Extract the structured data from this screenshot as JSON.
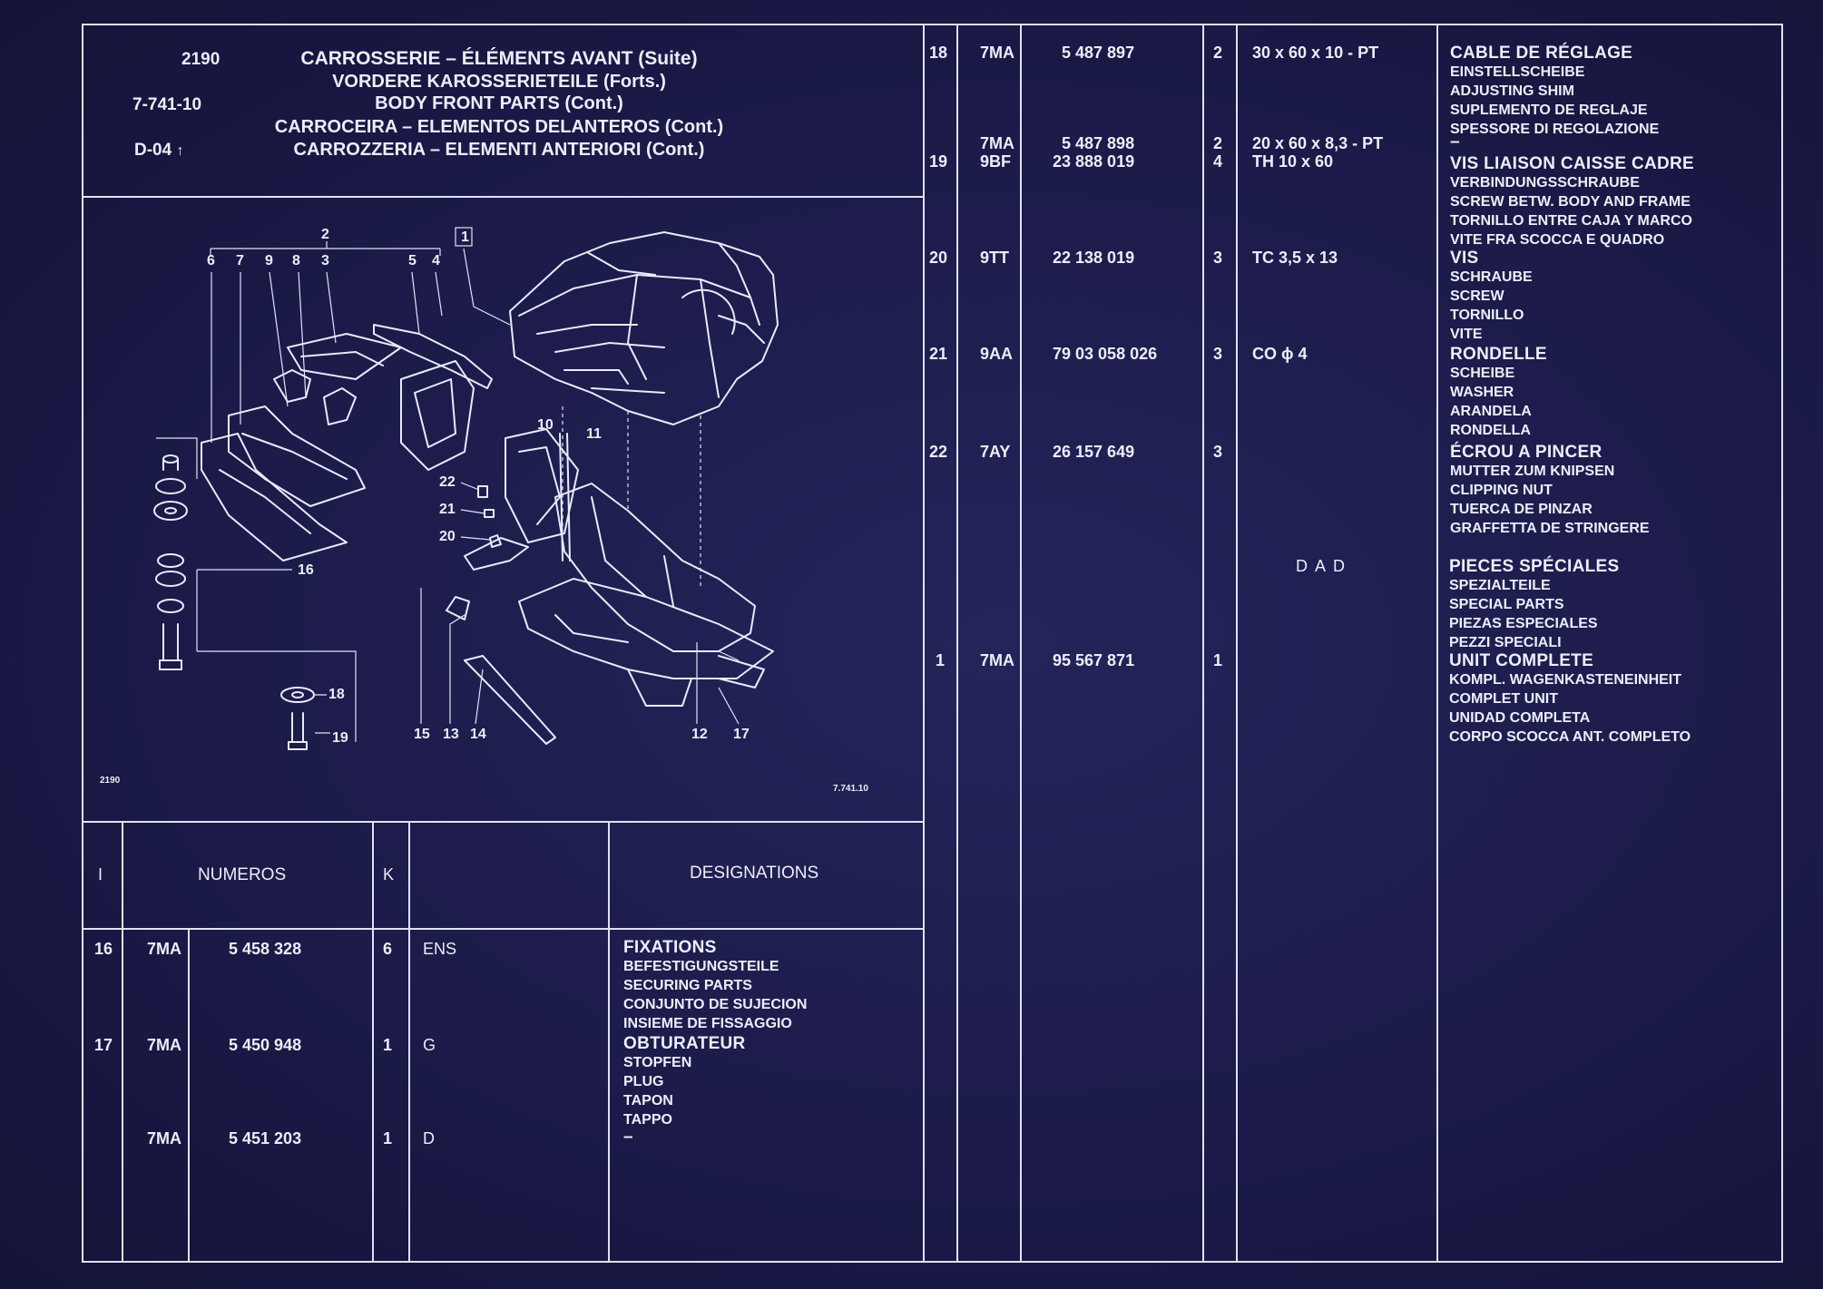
{
  "header": {
    "code": "2190",
    "ref": "7-741-10",
    "section": "D-04",
    "titles": [
      "CARROSSERIE – ÉLÉMENTS AVANT (Suite)",
      "VORDERE KAROSSERIETEILE (Forts.)",
      "BODY FRONT PARTS (Cont.)",
      "CARROCEIRA – ELEMENTOS DELANTEROS (Cont.)",
      "CARROZZERIA – ELEMENTI ANTERIORI (Cont.)"
    ]
  },
  "diagram": {
    "code_small": "2190",
    "ref_small": "7.741.10",
    "callouts": [
      "2",
      "6",
      "7",
      "9",
      "8",
      "3",
      "5",
      "4",
      "1",
      "10",
      "11",
      "22",
      "21",
      "20",
      "16",
      "18",
      "19",
      "15",
      "13",
      "14",
      "12",
      "17"
    ]
  },
  "left_table": {
    "headers": {
      "i": "I",
      "numeros": "NUMEROS",
      "k": "K",
      "designations": "DESIGNATIONS"
    },
    "rows": [
      {
        "i": "16",
        "prefix": "7MA",
        "number": "5 458 328",
        "k": "6",
        "extra": "ENS",
        "lines": [
          "FIXATIONS",
          "BEFESTIGUNGSTEILE",
          "SECURING PARTS",
          "CONJUNTO DE SUJECION",
          "INSIEME DE FISSAGGIO"
        ]
      },
      {
        "i": "17",
        "prefix": "7MA",
        "number": "5 450 948",
        "k": "1",
        "extra": "G",
        "lines": [
          "OBTURATEUR",
          "STOPFEN",
          "PLUG",
          "TAPON",
          "TAPPO"
        ]
      },
      {
        "i": "",
        "prefix": "7MA",
        "number": "5 451 203",
        "k": "1",
        "extra": "D",
        "lines": [
          "–"
        ]
      }
    ]
  },
  "right_table": {
    "rows": [
      {
        "i": "18",
        "prefix": "7MA",
        "number": "5 487 897",
        "k": "2",
        "dim": "30 x 60 x 10 - PT",
        "lines": [
          "CABLE DE RÉGLAGE",
          "EINSTELLSCHEIBE",
          "ADJUSTING SHIM",
          "SUPLEMENTO DE REGLAJE",
          "SPESSORE DI REGOLAZIONE"
        ]
      },
      {
        "i": "",
        "prefix": "7MA",
        "number": "5 487 898",
        "k": "2",
        "dim": "20 x 60 x 8,3 - PT",
        "lines": [
          "–"
        ]
      },
      {
        "i": "19",
        "prefix": "9BF",
        "number": "23 888 019",
        "k": "4",
        "dim": "TH 10 x 60",
        "lines": [
          "VIS LIAISON CAISSE CADRE",
          "VERBINDUNGSSCHRAUBE",
          "SCREW BETW. BODY AND FRAME",
          "TORNILLO ENTRE CAJA Y MARCO",
          "VITE FRA SCOCCA E QUADRO"
        ]
      },
      {
        "i": "20",
        "prefix": "9TT",
        "number": "22 138 019",
        "k": "3",
        "dim": "TC 3,5 x 13",
        "lines": [
          "VIS",
          "SCHRAUBE",
          "SCREW",
          "TORNILLO",
          "VITE"
        ]
      },
      {
        "i": "21",
        "prefix": "9AA",
        "number": "79 03 058 026",
        "k": "3",
        "dim": "CO ϕ 4",
        "lines": [
          "RONDELLE",
          "SCHEIBE",
          "WASHER",
          "ARANDELA",
          "RONDELLA"
        ]
      },
      {
        "i": "22",
        "prefix": "7AY",
        "number": "26 157 649",
        "k": "3",
        "dim": "",
        "lines": [
          "ÉCROU A PINCER",
          "MUTTER ZUM KNIPSEN",
          "CLIPPING NUT",
          "TUERCA DE PINZAR",
          "GRAFFETTA DE STRINGERE"
        ]
      },
      {
        "i": "",
        "prefix": "",
        "number": "",
        "k": "",
        "dim": "D A D",
        "lines": [
          "PIECES SPÉCIALES",
          "SPEZIALTEILE",
          "SPECIAL PARTS",
          "PIEZAS ESPECIALES",
          "PEZZI SPECIALI"
        ]
      },
      {
        "i": "1",
        "prefix": "7MA",
        "number": "95 567 871",
        "k": "1",
        "dim": "",
        "lines": [
          "UNIT COMPLETE",
          "KOMPL. WAGENKASTENEINHEIT",
          "COMPLET UNIT",
          "UNIDAD COMPLETA",
          "CORPO SCOCCA ANT. COMPLETO"
        ]
      }
    ]
  }
}
